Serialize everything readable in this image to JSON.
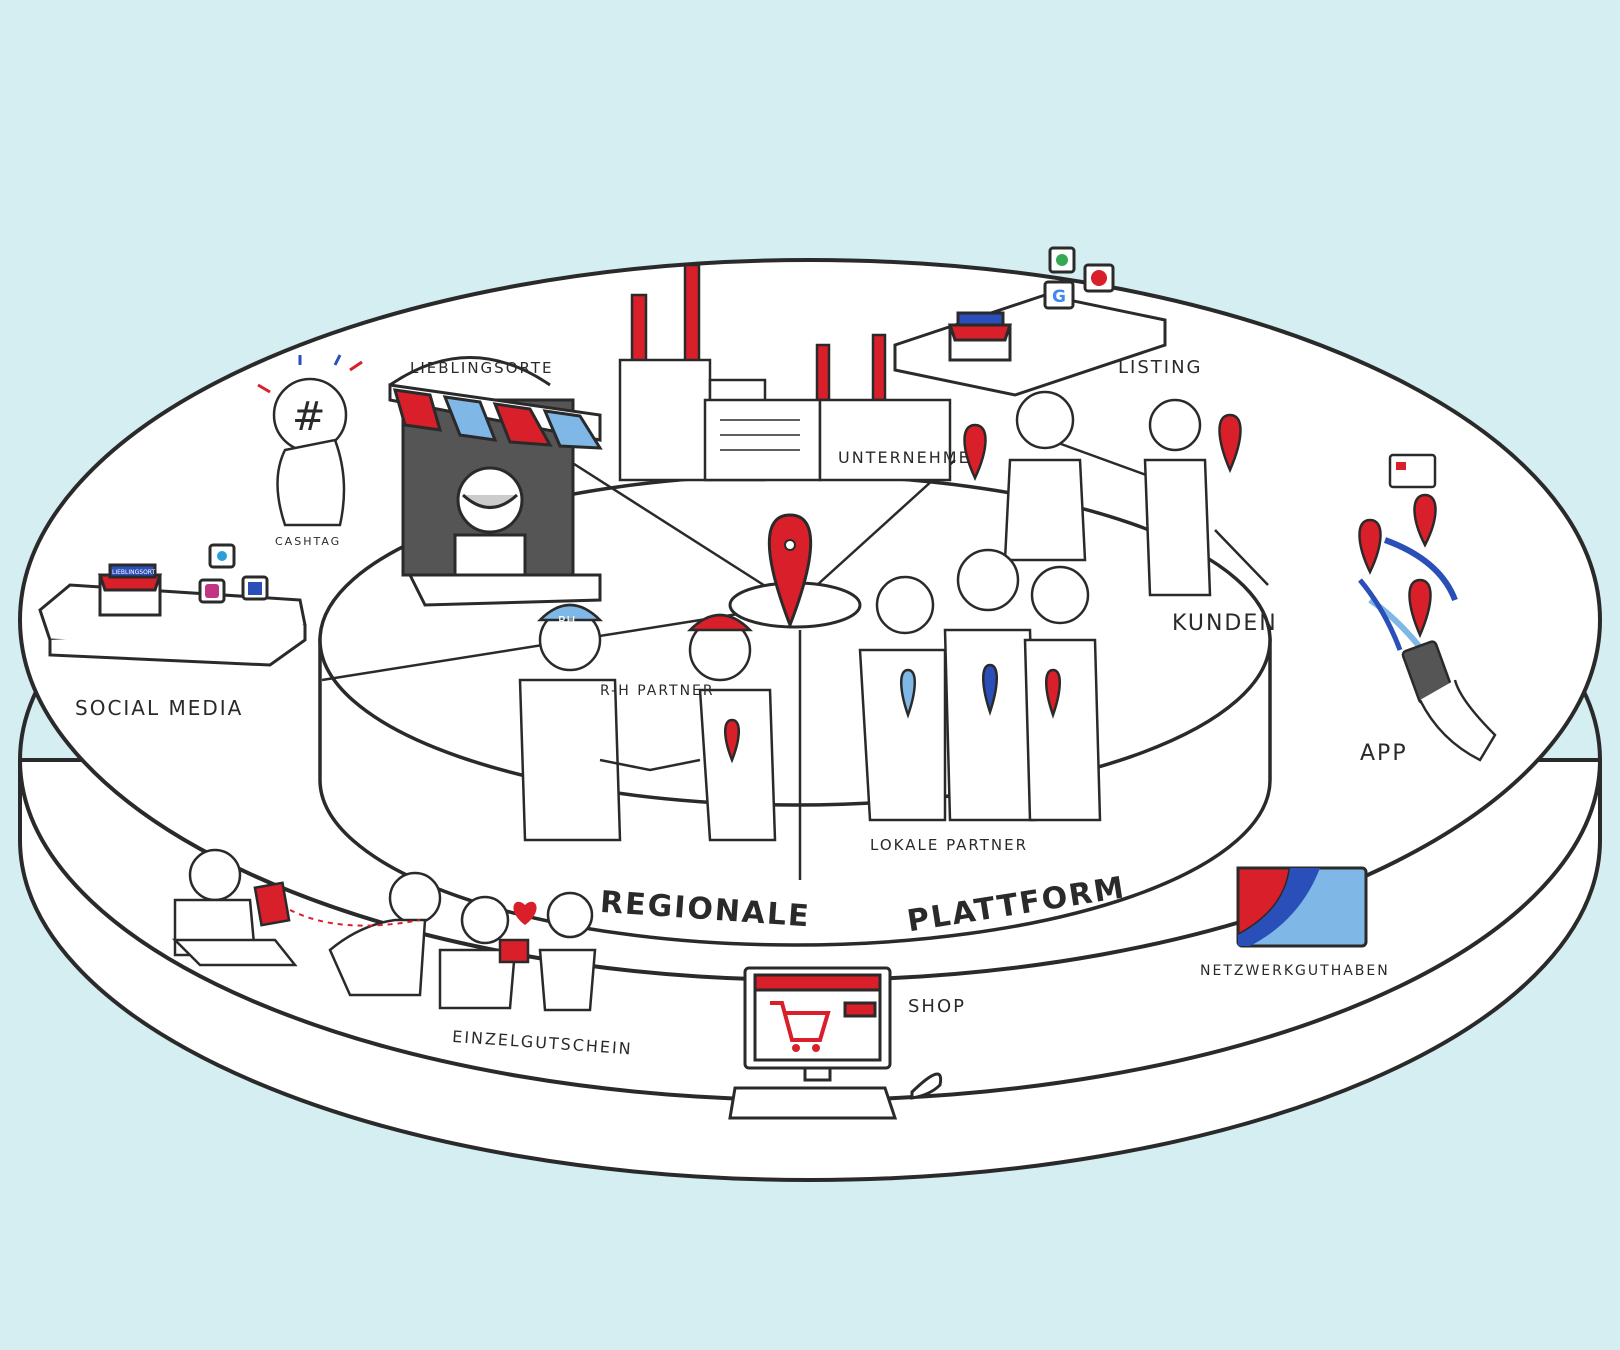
{
  "center_labels": {
    "left": "REGIONALE",
    "right": "PLATTFORM"
  },
  "labels": {
    "lieblingsorte": "LIEBLINGSORTE",
    "unternehmen": "UNTERNEHMEN",
    "listing": "LISTING",
    "kunden": "KUNDEN",
    "app": "APP",
    "netzwerkguthaben": "NETZWERKGUTHABEN",
    "shop": "SHOP",
    "einzelgutschein": "EINZELGUTSCHEIN",
    "social_media": "SOCIAL MEDIA",
    "cashtag": "CASHTAG",
    "rh_partner": "R-H PARTNER",
    "lokale_partner": "LOKALE PARTNER",
    "liebingsort_sign": "LIEBLINGSORT",
    "cap_text": "RH"
  },
  "colors": {
    "background": "#d4eef2",
    "red": "#d81f2a",
    "blue": "#2a4fb8",
    "light_blue": "#7fb8e6",
    "ink": "#2a2a2a"
  },
  "icons": [
    "hashtag-coin-icon",
    "twitter-icon",
    "instagram-icon",
    "facebook-icon",
    "google-icon",
    "maps-pin-icon",
    "location-pin-icon",
    "shopping-cart-icon",
    "gift-icon"
  ]
}
